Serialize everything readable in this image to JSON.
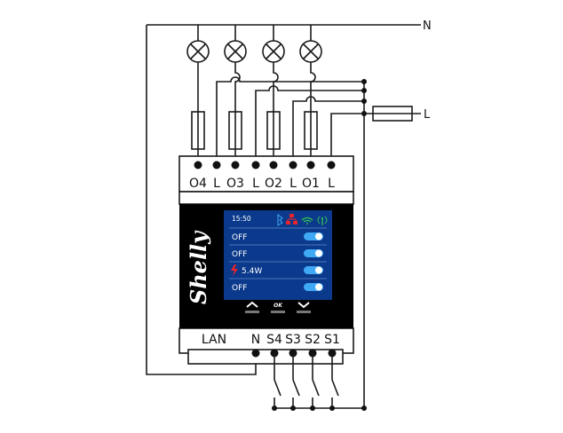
{
  "lines": {
    "neutral_label": "N",
    "live_label": "L"
  },
  "brand": "Shelly",
  "output_terminals": [
    "O4",
    "L",
    "O3",
    "L",
    "O2",
    "L",
    "O1",
    "L"
  ],
  "input_terminals": {
    "lan_label": "LAN",
    "inputs": [
      "N",
      "S4",
      "S3",
      "S2",
      "S1"
    ]
  },
  "display": {
    "time": "15:50",
    "rows": [
      {
        "label": "OFF",
        "toggle": "on",
        "power_icon": false
      },
      {
        "label": "OFF",
        "toggle": "on",
        "power_icon": false
      },
      {
        "label": "5.4W",
        "toggle": "on",
        "power_icon": true
      },
      {
        "label": "OFF",
        "toggle": "on",
        "power_icon": false
      }
    ],
    "buttons": {
      "ok_label": "OK"
    },
    "status_icons": [
      "bluetooth-icon",
      "network-icon",
      "wifi-icon",
      "antenna-icon"
    ]
  },
  "colors": {
    "screen_bg": "#0b3a8c",
    "toggle_on": "#3fa9f5",
    "power_icon": "#e8242c",
    "network_icon": "#e8242c",
    "wifi_icon": "#2fb35a",
    "device_front": "#000000"
  }
}
